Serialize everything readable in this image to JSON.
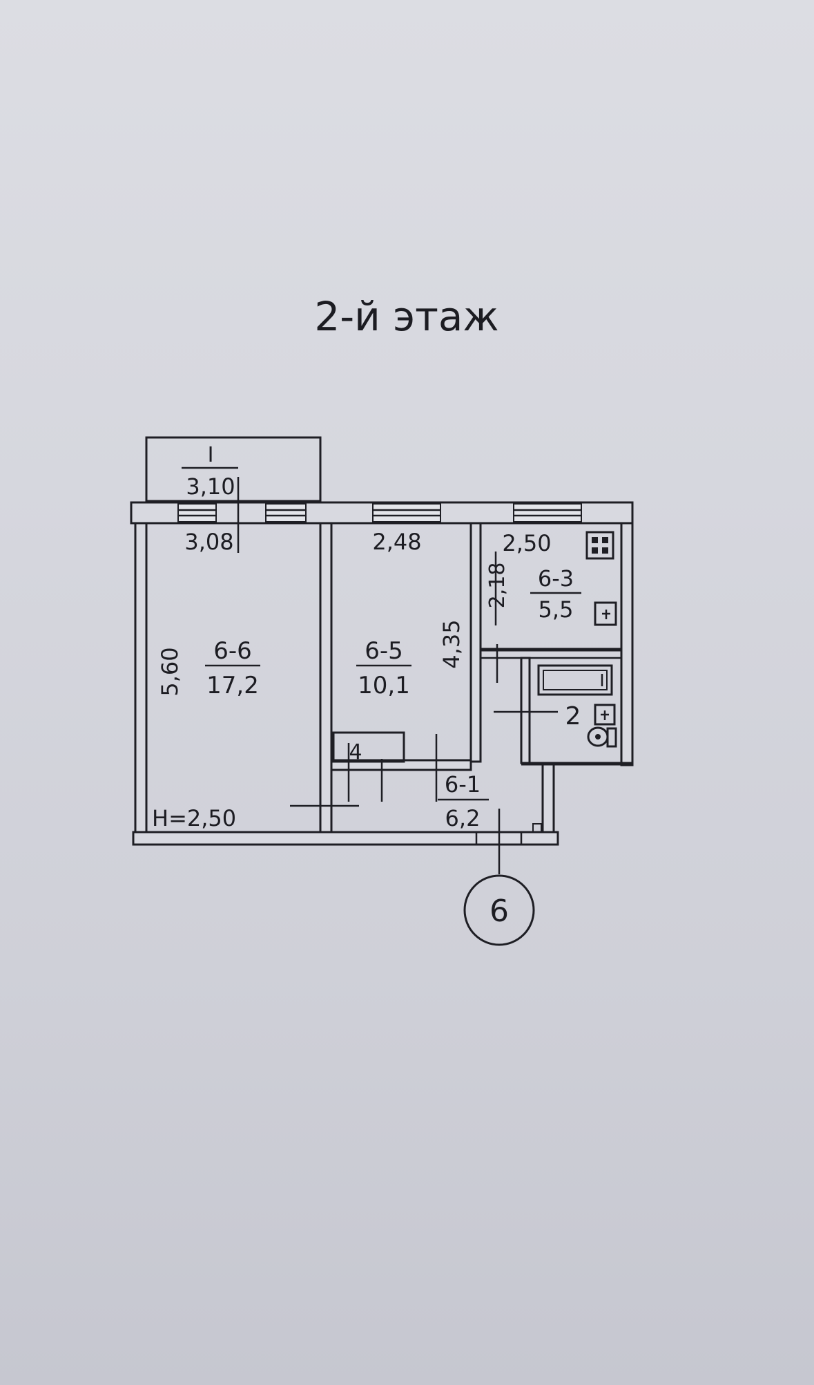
{
  "title": "2-й этаж",
  "balcony": {
    "index": "I",
    "area": "3,10"
  },
  "rooms": [
    {
      "id": "6-6",
      "area": "17,2"
    },
    {
      "id": "6-5",
      "area": "10,1"
    },
    {
      "id": "6-3",
      "area": "5,5"
    },
    {
      "id": "6-1",
      "area": "6,2"
    }
  ],
  "dimensions": {
    "room66_width": "3,08",
    "room66_length": "5,60",
    "room65_width": "2,48",
    "room65_length": "4,35",
    "kitchen_width": "2,50",
    "kitchen_length": "2,18"
  },
  "markers": {
    "bath": "2",
    "closet": "4",
    "section": "6"
  },
  "height_note": "H=2,50"
}
